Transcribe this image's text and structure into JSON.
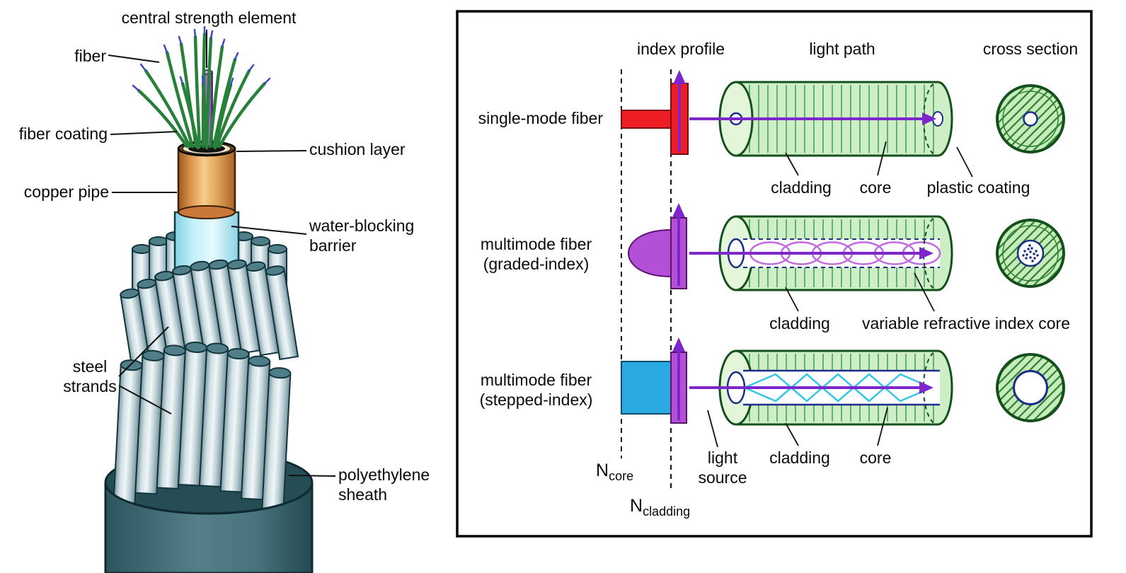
{
  "cable_diagram": {
    "labels": {
      "central_strength_element": "central strength element",
      "fiber": "fiber",
      "fiber_coating": "fiber coating",
      "cushion_layer": "cushion layer",
      "copper_pipe": "copper pipe",
      "water_blocking_barrier": "water-blocking barrier",
      "steel_strands": "steel strands",
      "polyethylene_sheath": "polyethylene sheath"
    }
  },
  "fiber_types_diagram": {
    "headers": {
      "index_profile": "index profile",
      "light_path": "light path",
      "cross_section": "cross section"
    },
    "rows": [
      {
        "name": "single-mode fiber",
        "annotations": {
          "cladding": "cladding",
          "core": "core",
          "plastic_coating": "plastic coating"
        }
      },
      {
        "name": "multimode fiber (graded-index)",
        "annotations": {
          "cladding": "cladding",
          "core": "variable refractive index core"
        }
      },
      {
        "name": "multimode fiber (stepped-index)",
        "annotations": {
          "light_source": "light source",
          "cladding": "cladding",
          "core": "core"
        }
      }
    ],
    "axis": {
      "n_core_base": "N",
      "n_core_sub": "core",
      "n_cladding_base": "N",
      "n_cladding_sub": "cladding"
    },
    "colors": {
      "single_mode_profile_red": "#ee1c25",
      "graded_index_profile_purple": "#b44fd8",
      "stepped_index_profile_blue": "#29abe2",
      "light_arrow_purple": "#7d26cc",
      "fiber_green_fill": "#cdeec6",
      "fiber_green_outline": "#14501c",
      "core_outline_blue": "#1a2f8a",
      "zigzag_cyan": "#35c4ea"
    }
  }
}
